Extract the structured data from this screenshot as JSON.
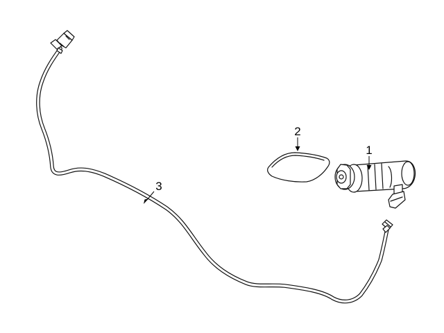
{
  "callouts": {
    "c1": "1",
    "c2": "2",
    "c3": "3"
  },
  "colors": {
    "line": "#111111",
    "background": "#ffffff"
  }
}
